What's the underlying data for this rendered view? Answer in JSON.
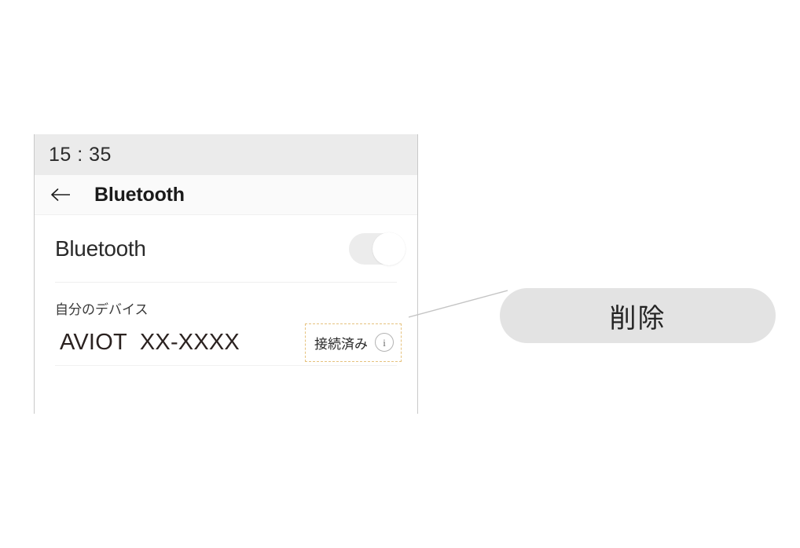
{
  "phone": {
    "status_bar": {
      "time": "15 : 35"
    },
    "nav": {
      "back_icon": "arrow-left-icon",
      "title": "Bluetooth"
    },
    "bluetooth_row": {
      "label": "Bluetooth",
      "toggle_state": "on"
    },
    "section": {
      "label": "自分のデバイス"
    },
    "device": {
      "name": "AVIOT  XX-XXXX",
      "status_text": "接続済み",
      "info_icon": "info-circle-icon",
      "highlight_color": "#e6c27e"
    }
  },
  "annotation": {
    "callout_label": "削除",
    "callout_bg": "#e3e3e3",
    "leader_line_color": "#c4c4c4"
  }
}
